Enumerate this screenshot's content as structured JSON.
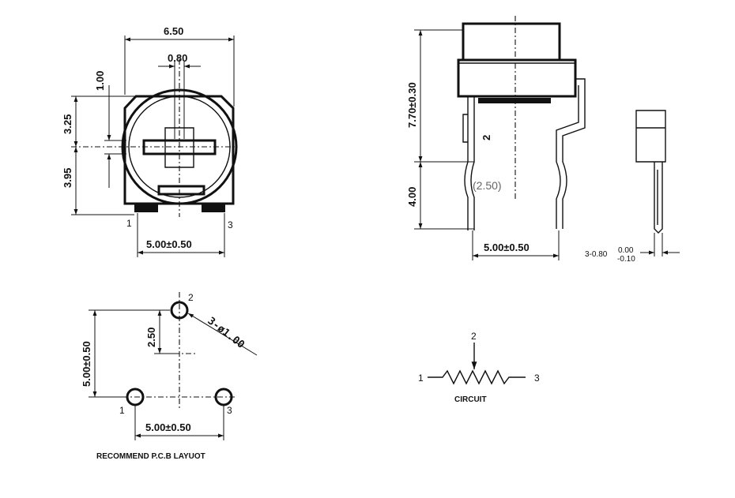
{
  "top_view": {
    "dim_width": "6.50",
    "dim_slot": "0.80",
    "dim_top": "1.00",
    "dim_upper": "3.25",
    "dim_lower": "3.95",
    "dim_pitch": "5.00±0.50",
    "pin_1": "1",
    "pin_3": "3"
  },
  "side_view": {
    "dim_height": "7.70±0.30",
    "dim_pin_length": "4.00",
    "dim_offset": "(2.50)",
    "dim_pitch": "5.00±0.50",
    "pin_2": "2"
  },
  "end_view": {
    "dim_pin": "3-0.80",
    "tol_upper": "0.00",
    "tol_lower": "-0.10"
  },
  "pcb_layout": {
    "pin_2": "2",
    "pin_1": "1",
    "pin_3": "3",
    "dim_half": "2.50",
    "dim_height": "5.00±0.50",
    "dim_hole": "3-ø1.00",
    "dim_pitch": "5.00±0.50",
    "caption": "RECOMMEND P.C.B LAYUOT"
  },
  "circuit": {
    "pin_1": "1",
    "pin_2": "2",
    "pin_3": "3",
    "caption": "CIRCUIT"
  }
}
